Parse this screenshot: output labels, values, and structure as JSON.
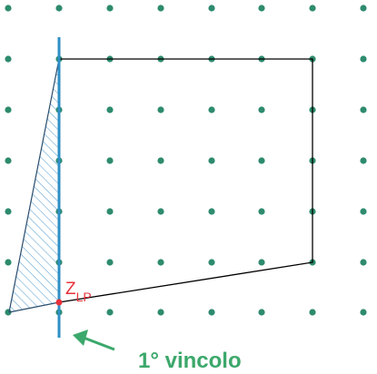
{
  "label_z": "Z",
  "label_z_sub": "LP",
  "caption": "1° vincolo",
  "colors": {
    "dot": "#2e8b6e",
    "outline": "#000000",
    "vertical_line": "#2f8fc6",
    "hatch": "#5aa0d2",
    "point_z": "#e8313b",
    "label_z": "#e8313b",
    "caption": "#3ca86b",
    "arrow": "#3ca86b"
  }
}
